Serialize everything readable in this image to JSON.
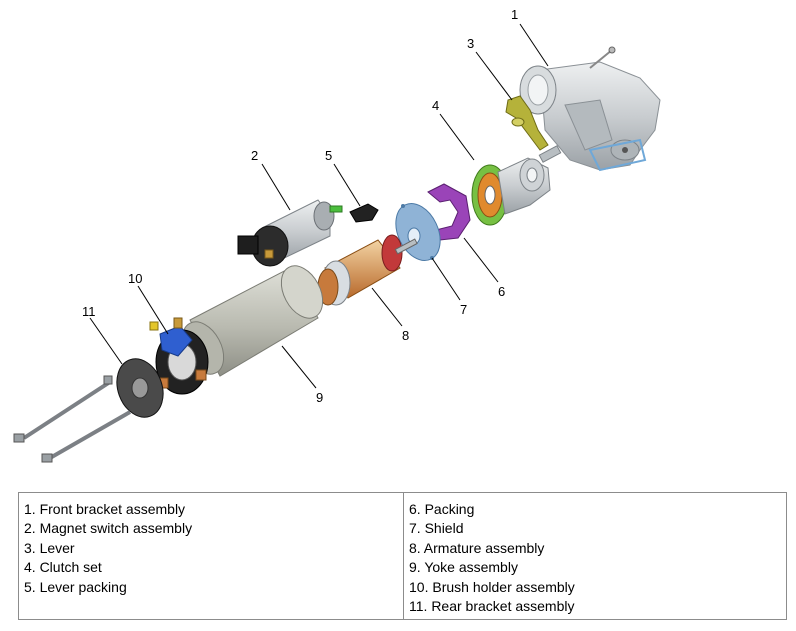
{
  "callouts": [
    "1",
    "2",
    "3",
    "4",
    "5",
    "6",
    "7",
    "8",
    "9",
    "10",
    "11"
  ],
  "legend": {
    "left": [
      "1. Front bracket assembly",
      "2. Magnet switch assembly",
      "3. Lever",
      "4. Clutch set",
      "5. Lever packing"
    ],
    "right": [
      "6. Packing",
      "7. Shield",
      "8. Armature assembly",
      "9. Yoke assembly",
      "10. Brush holder assembly",
      "11. Rear bracket assembly"
    ]
  },
  "colors": {
    "metal": "#c9cdd0",
    "lever": "#b5b23a",
    "clutch_green": "#77c043",
    "packing_purple": "#9a44b8",
    "shield_blue": "#8fb3d6",
    "copper": "#c77a3c",
    "brush_blue": "#2f5fd0",
    "dark": "#2a2a2a"
  }
}
